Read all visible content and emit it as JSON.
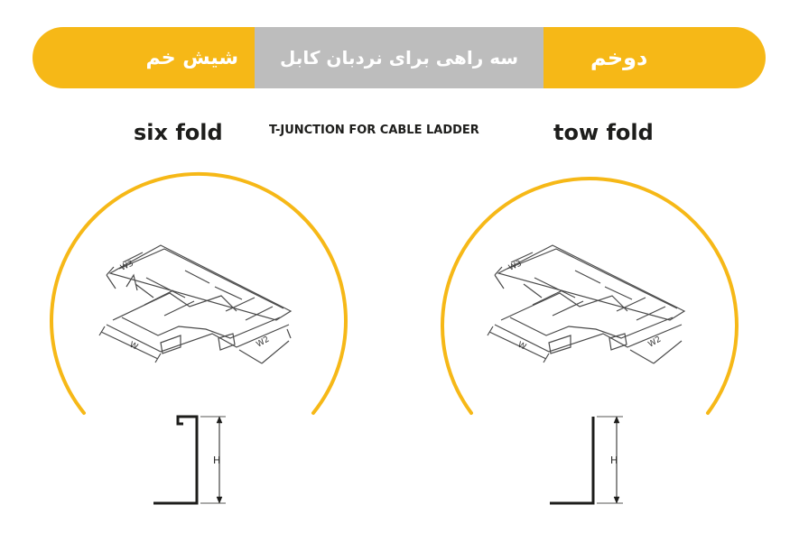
{
  "banner": {
    "left_label": "شیش خم",
    "center_label": "سه راهی برای نردبان کابل",
    "right_label": "دوخم"
  },
  "headings": {
    "left": "six fold",
    "center": "T-JUNCTION FOR CABLE LADDER",
    "right": "tow fold"
  },
  "dimension_labels": {
    "w3": "W3",
    "w": "W",
    "w2": "W2",
    "h": "H"
  },
  "colors": {
    "accent": "#f6b817",
    "banner_gray": "#bdbdbd",
    "line": "#4a4a4a"
  }
}
